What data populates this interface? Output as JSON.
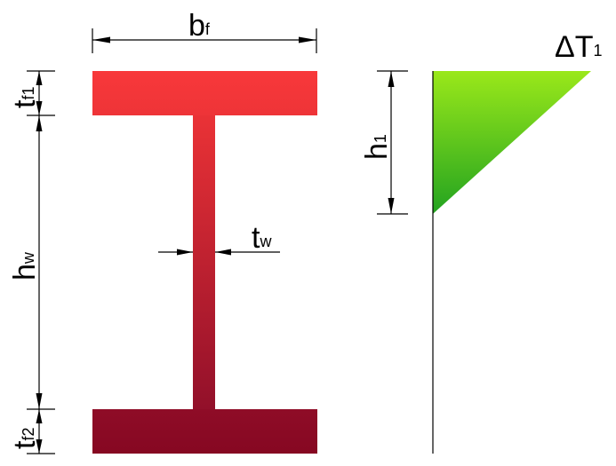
{
  "labels": {
    "flange_width": {
      "main": "b",
      "sub": "f"
    },
    "top_flange_thickness": {
      "main": "t",
      "sub": "f1"
    },
    "web_height": {
      "main": "h",
      "sub": "w"
    },
    "web_thickness": {
      "main": "t",
      "sub": "w"
    },
    "bottom_flange_thickness": {
      "main": "t",
      "sub": "f2"
    },
    "gradient_height": {
      "main": "h",
      "sub": "1"
    },
    "temperature_difference": {
      "main": "ΔT",
      "sub": "1"
    }
  },
  "colors": {
    "top_flange": "#f5393a",
    "section_top": "#f5393a",
    "section_bottom": "#8c0a25",
    "bottom_flange": "#8c0a25",
    "gradient_top": "#9ae81a",
    "gradient_bottom": "#23a320",
    "lines": "#000000",
    "background": "#ffffff"
  }
}
